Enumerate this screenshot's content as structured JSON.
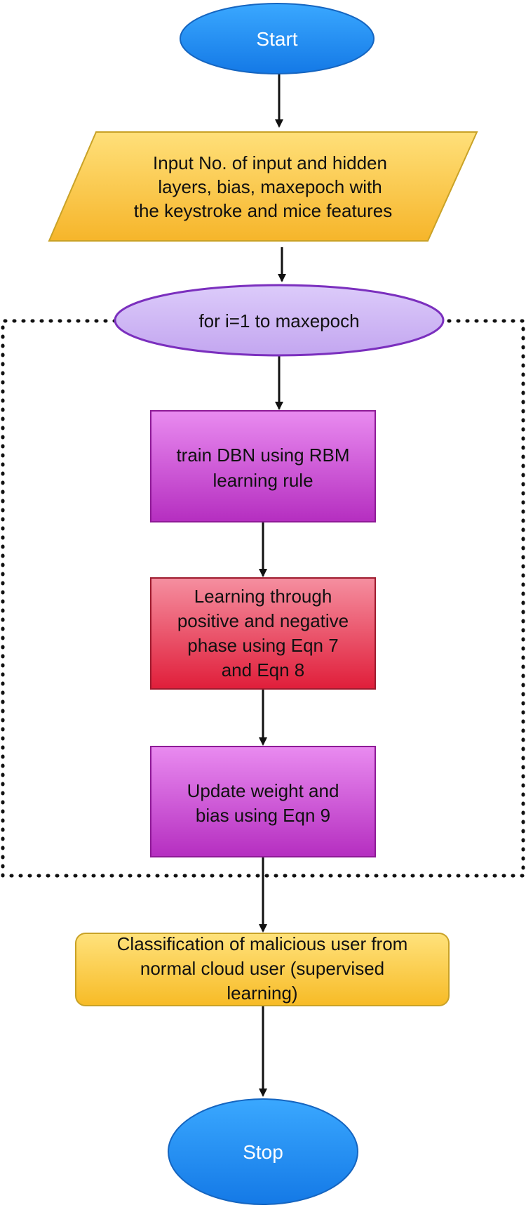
{
  "nodes": {
    "start": {
      "label": "Start"
    },
    "input": {
      "lines": [
        "Input No. of input and hidden",
        "layers, bias, maxepoch with",
        "the keystroke and mice features"
      ]
    },
    "loop": {
      "label": "for i=1 to maxepoch"
    },
    "train": {
      "lines": [
        "train DBN using RBM",
        "learning rule"
      ]
    },
    "learning": {
      "lines": [
        "Learning through",
        "positive and negative",
        "phase using Eqn 7",
        "and Eqn 8"
      ]
    },
    "update": {
      "lines": [
        "Update weight and",
        "bias using Eqn 9"
      ]
    },
    "classify": {
      "lines": [
        "Classification of malicious user from",
        "normal cloud user (supervised",
        "learning)"
      ]
    },
    "stop": {
      "label": "Stop"
    }
  },
  "colors": {
    "terminal_fill": "#1E90FF",
    "terminal_stroke": "#1565C0",
    "io_fill": "#FFC83C",
    "io_stroke": "#C9A227",
    "loop_fill": "#CDB4F5",
    "loop_stroke": "#7B2FBE",
    "process_fill": "#C040C8",
    "process_stroke": "#8E1A96",
    "learning_fill": "#E8304A",
    "learning_stroke": "#9E1B2E",
    "classify_fill": "#FFC93A",
    "classify_stroke": "#C9A227"
  }
}
